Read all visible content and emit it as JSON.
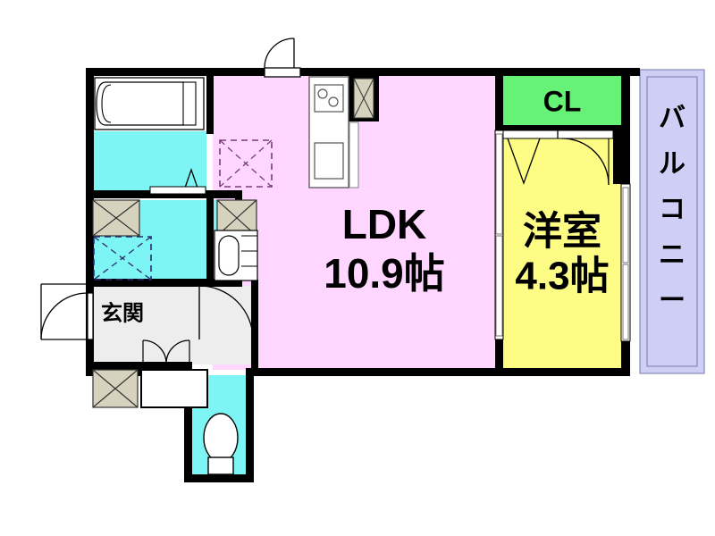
{
  "plan": {
    "title_rooms": {
      "ldk_name": "LDK",
      "ldk_size": "10.9帖",
      "bedroom_name": "洋室",
      "bedroom_size": "4.3帖",
      "closet": "CL",
      "entrance": "玄関",
      "balcony": "バルコニー"
    },
    "colors": {
      "ldk_fill": "#FFD6FF",
      "bedroom_fill": "#FDFD86",
      "closet_fill": "#66F177",
      "balcony_fill": "#CFCFF5",
      "water_fill": "#7DF5F5",
      "entrance_fill": "#EDEDED",
      "storage_fill": "#D6D2BE",
      "wall_color": "#000000",
      "background": "#FFFFFF"
    },
    "icons": [
      {
        "name": "bathtub-icon",
        "label": "bathtub"
      },
      {
        "name": "toilet-icon",
        "label": "toilet"
      },
      {
        "name": "sink-vanity-icon",
        "label": "washbasin"
      },
      {
        "name": "kitchen-stove-icon",
        "label": "stove"
      },
      {
        "name": "kitchen-sink-icon",
        "label": "sink"
      },
      {
        "name": "washer-space-icon",
        "label": "washing machine space"
      },
      {
        "name": "shoe-closet-icon",
        "label": "shoe closet"
      },
      {
        "name": "door-swing-icon",
        "label": "door swing arc"
      },
      {
        "name": "sliding-door-icon",
        "label": "sliding door"
      },
      {
        "name": "folding-door-icon",
        "label": "folding door"
      }
    ]
  }
}
